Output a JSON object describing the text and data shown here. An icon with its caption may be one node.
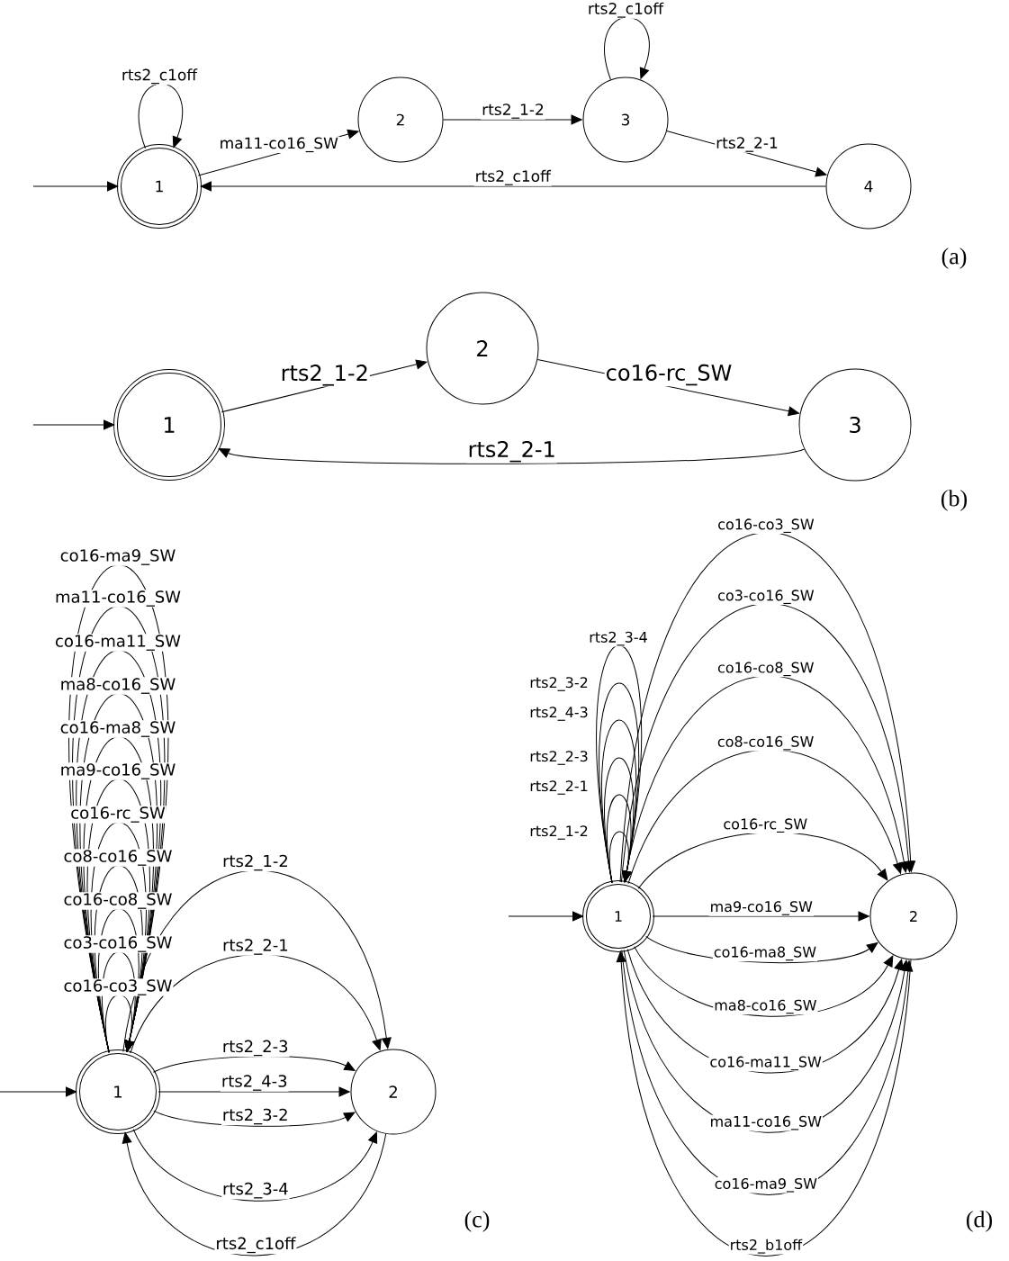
{
  "diagram": {
    "nodes": [
      {
        "text": [
          "1"
        ]
      },
      {
        "text": [
          "2"
        ]
      },
      {
        "text": [
          "3"
        ]
      },
      {
        "text": [
          "4"
        ]
      },
      {
        "text": [
          "1"
        ]
      },
      {
        "text": [
          "2"
        ]
      },
      {
        "text": [
          "3"
        ]
      },
      {
        "text": [
          "1"
        ]
      },
      {
        "text": [
          "2"
        ]
      },
      {
        "text": [
          "1"
        ]
      },
      {
        "text": [
          "2"
        ]
      }
    ],
    "edges": [
      {
        "from": null,
        "to": 0,
        "arrow": "to"
      },
      {
        "from": 0,
        "to": 0,
        "arrow": "to",
        "label": "rts2_c1off"
      },
      {
        "from": 0,
        "to": 1,
        "arrow": "to",
        "label": "ma11-co16_SW"
      },
      {
        "from": 1,
        "to": 2,
        "arrow": "to",
        "label": "rts2_1-2"
      },
      {
        "from": 2,
        "to": 2,
        "arrow": "to",
        "label": "rts2_c1off"
      },
      {
        "from": 2,
        "to": 3,
        "arrow": "to",
        "label": "rts2_2-1"
      },
      {
        "from": 3,
        "to": 0,
        "arrow": "to",
        "label": "rts2_c1off"
      },
      {
        "from": null,
        "to": 4,
        "arrow": "to"
      },
      {
        "from": 4,
        "to": 5,
        "arrow": "to",
        "label": "rts2_1-2"
      },
      {
        "from": 5,
        "to": 6,
        "arrow": "to",
        "label": "co16-rc_SW"
      },
      {
        "from": 6,
        "to": 4,
        "arrow": "to",
        "label": "rts2_2-1"
      },
      {
        "from": null,
        "to": 7,
        "arrow": "to"
      },
      {
        "from": 7,
        "to": 7,
        "arrow": "to",
        "label": "co16-ma9_SW"
      },
      {
        "from": 7,
        "to": 7,
        "arrow": "to",
        "label": "ma11-co16_SW"
      },
      {
        "from": 7,
        "to": 7,
        "arrow": "to",
        "label": "co16-ma11_SW"
      },
      {
        "from": 7,
        "to": 7,
        "arrow": "to",
        "label": "ma8-co16_SW"
      },
      {
        "from": 7,
        "to": 7,
        "arrow": "to",
        "label": "co16-ma8_SW"
      },
      {
        "from": 7,
        "to": 7,
        "arrow": "to",
        "label": "ma9-co16_SW"
      },
      {
        "from": 7,
        "to": 7,
        "arrow": "to",
        "label": "co16-rc_SW"
      },
      {
        "from": 7,
        "to": 7,
        "arrow": "to",
        "label": "co8-co16_SW"
      },
      {
        "from": 7,
        "to": 7,
        "arrow": "to",
        "label": "co16-co8_SW"
      },
      {
        "from": 7,
        "to": 7,
        "arrow": "to",
        "label": "co3-co16_SW"
      },
      {
        "from": 7,
        "to": 7,
        "arrow": "to",
        "label": "co16-co3_SW"
      },
      {
        "from": 7,
        "to": 8,
        "arrow": "to",
        "label": "rts2_1-2"
      },
      {
        "from": 7,
        "to": 8,
        "arrow": "to",
        "label": "rts2_2-1"
      },
      {
        "from": 7,
        "to": 8,
        "arrow": "to",
        "label": "rts2_2-3"
      },
      {
        "from": 7,
        "to": 8,
        "arrow": "to",
        "label": "rts2_4-3"
      },
      {
        "from": 7,
        "to": 8,
        "arrow": "to",
        "label": "rts2_3-2"
      },
      {
        "from": 7,
        "to": 8,
        "arrow": "to",
        "label": "rts2_3-4"
      },
      {
        "from": 8,
        "to": 7,
        "arrow": "to",
        "label": "rts2_c1off"
      },
      {
        "from": null,
        "to": 9,
        "arrow": "to"
      },
      {
        "from": 9,
        "to": 9,
        "arrow": "to",
        "label": "rts2_3-4"
      },
      {
        "from": 9,
        "to": 9,
        "arrow": "to",
        "label": "rts2_3-2"
      },
      {
        "from": 9,
        "to": 9,
        "arrow": "to",
        "label": "rts2_4-3"
      },
      {
        "from": 9,
        "to": 9,
        "arrow": "to",
        "label": "rts2_2-3"
      },
      {
        "from": 9,
        "to": 9,
        "arrow": "to",
        "label": "rts2_2-1"
      },
      {
        "from": 9,
        "to": 9,
        "arrow": "to",
        "label": "rts2_1-2"
      },
      {
        "from": 9,
        "to": 10,
        "arrow": "to",
        "label": "co16-co3_SW"
      },
      {
        "from": 9,
        "to": 10,
        "arrow": "to",
        "label": "co3-co16_SW"
      },
      {
        "from": 9,
        "to": 10,
        "arrow": "to",
        "label": "co16-co8_SW"
      },
      {
        "from": 9,
        "to": 10,
        "arrow": "to",
        "label": "co8-co16_SW"
      },
      {
        "from": 9,
        "to": 10,
        "arrow": "to",
        "label": "co16-rc_SW"
      },
      {
        "from": 9,
        "to": 10,
        "arrow": "to",
        "label": "ma9-co16_SW"
      },
      {
        "from": 9,
        "to": 10,
        "arrow": "to",
        "label": "co16-ma8_SW"
      },
      {
        "from": 9,
        "to": 10,
        "arrow": "to",
        "label": "ma8-co16_SW"
      },
      {
        "from": 9,
        "to": 10,
        "arrow": "to",
        "label": "co16-ma11_SW"
      },
      {
        "from": 9,
        "to": 10,
        "arrow": "to",
        "label": "ma11-co16_SW"
      },
      {
        "from": 9,
        "to": 10,
        "arrow": "to",
        "label": "co16-ma9_SW"
      },
      {
        "from": 10,
        "to": 9,
        "arrow": "to",
        "label": "rts2_b1off"
      }
    ],
    "labels": [
      "(a)",
      "(b)",
      "(c)",
      "(d)"
    ]
  }
}
